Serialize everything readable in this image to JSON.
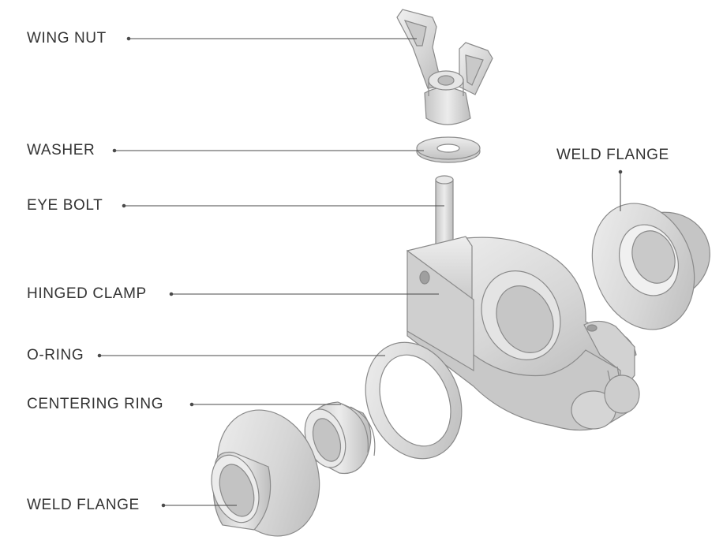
{
  "labels": {
    "wing_nut": "WING NUT",
    "washer": "WASHER",
    "eye_bolt": "EYE BOLT",
    "hinged_clamp": "HINGED CLAMP",
    "o_ring": "O-RING",
    "centering_ring": "CENTERING RING",
    "weld_flange_bottom": "WELD FLANGE",
    "weld_flange_right": "WELD FLANGE"
  },
  "colors": {
    "text": "#333333",
    "leader": "#4a4a4a",
    "part_fill": "#d9d9d9",
    "part_light": "#eeeeee",
    "part_shadow": "#b8b8b8",
    "outline": "#8a8a8a"
  }
}
